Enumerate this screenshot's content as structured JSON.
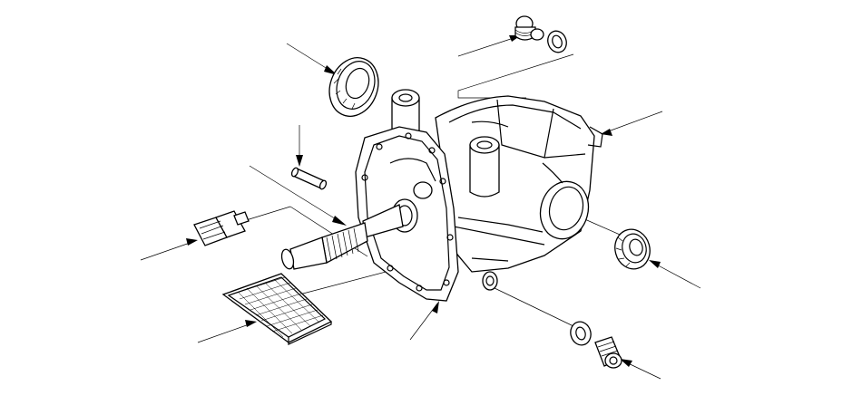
{
  "diagram": {
    "type": "exploded-parts-view",
    "colors": {
      "line": "#000000",
      "background": "#ffffff"
    },
    "parts": [
      {
        "name": "oil-seal-upper"
      },
      {
        "name": "drain-plug-upper"
      },
      {
        "name": "sealing-washer-upper"
      },
      {
        "name": "dowel-pin"
      },
      {
        "name": "breather-cap"
      },
      {
        "name": "mainshaft"
      },
      {
        "name": "magnet-filter"
      },
      {
        "name": "clutch-housing"
      },
      {
        "name": "transmission-housing"
      },
      {
        "name": "oil-seal-right"
      },
      {
        "name": "sealing-washer-lower"
      },
      {
        "name": "drain-plug-lower"
      }
    ]
  }
}
